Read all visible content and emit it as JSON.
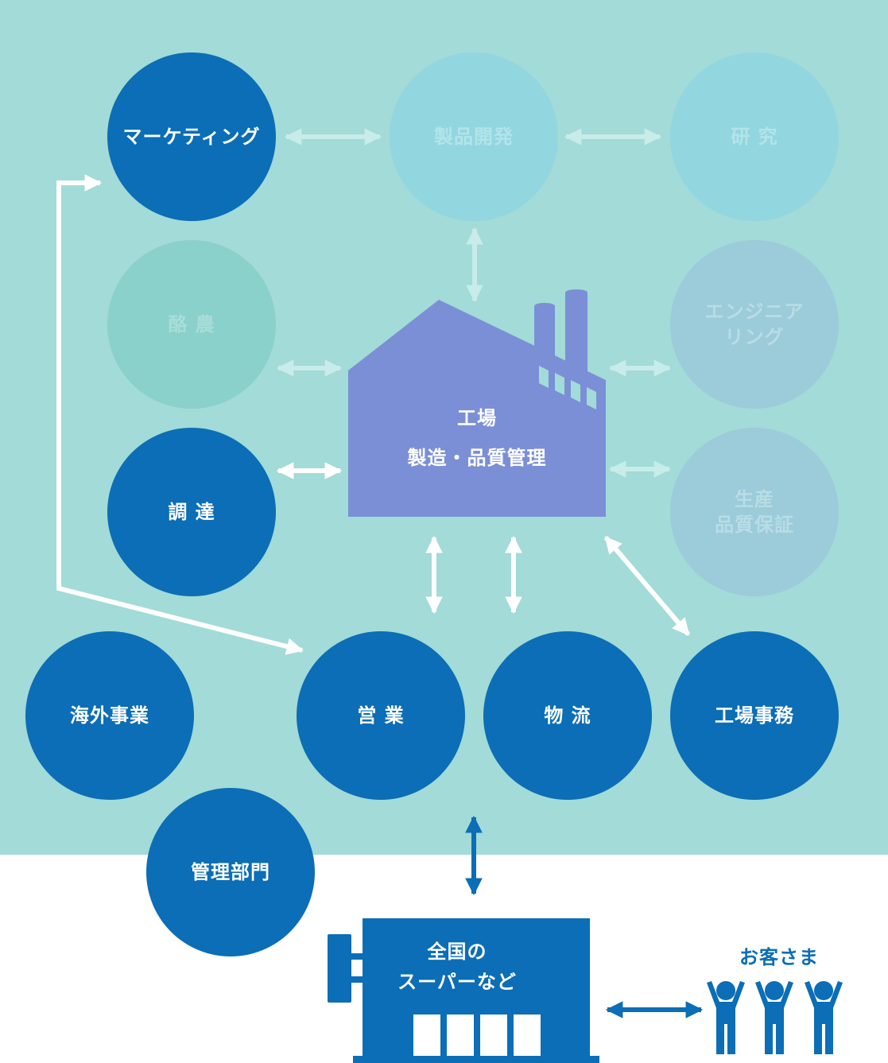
{
  "diagram": {
    "nodes": {
      "marketing": "マーケティング",
      "product_dev": "製品開発",
      "research": "研 究",
      "dairy": "酪 農",
      "engineering": "エンジニア\nリング",
      "procurement": "調 達",
      "production_qa": "生産\n品質保証",
      "overseas": "海外事業",
      "sales": "営 業",
      "logistics": "物 流",
      "factory_office": "工場事務",
      "management": "管理部門"
    },
    "factory": {
      "title": "工場",
      "subtitle": "製造・品質管理"
    },
    "store": {
      "label": "全国の\nスーパーなど"
    },
    "customers": {
      "label": "お客さま"
    }
  },
  "colors": {
    "active": "#0b6eb6",
    "teal_background": "#a2dbd7",
    "factory": "#7b8fd6",
    "arrow": "#ffffff",
    "arrow_faint": "#c7ece9"
  }
}
